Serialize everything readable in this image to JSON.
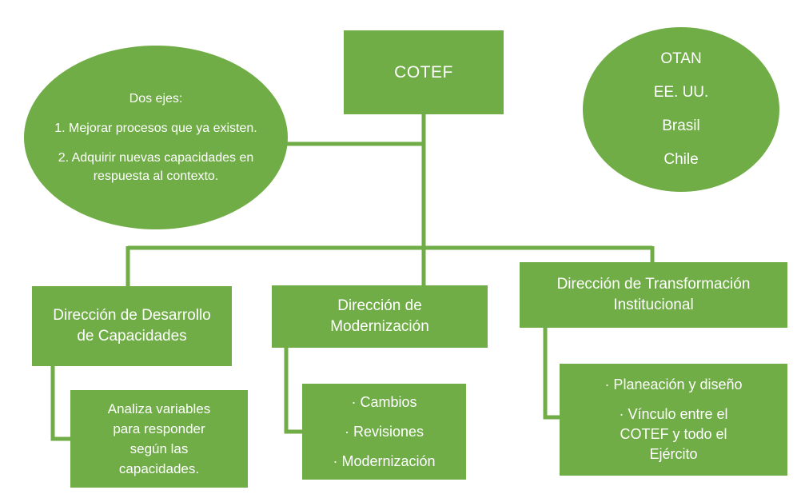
{
  "colors": {
    "shape_fill": "#70ad47",
    "connector": "#70ad47",
    "text": "#ffffff",
    "background": "#ffffff"
  },
  "diagram": {
    "root": {
      "label": "COTEF"
    },
    "left_ellipse": {
      "title": "Dos ejes:",
      "item1": "1. Mejorar procesos que ya existen.",
      "item2": "2. Adquirir nuevas capacidades en respuesta al contexto."
    },
    "right_ellipse": {
      "line1": "OTAN",
      "line2": "EE. UU.",
      "line3": "Brasil",
      "line4": "Chile"
    },
    "branches": {
      "capacidades": {
        "label": "Dirección de Desarrollo de Capacidades"
      },
      "modernizacion": {
        "label": "Dirección de Modernización"
      },
      "transformacion": {
        "label": "Dirección de Transformación Institucional"
      }
    },
    "details": {
      "capacidades": {
        "text": "Analiza variables para responder según las capacidades."
      },
      "modernizacion": {
        "item1": "· Cambios",
        "item2": "· Revisiones",
        "item3": "· Modernización"
      },
      "transformacion": {
        "item1": "· Planeación y diseño",
        "item2": "· Vínculo entre el COTEF y todo el Ejército"
      }
    }
  }
}
